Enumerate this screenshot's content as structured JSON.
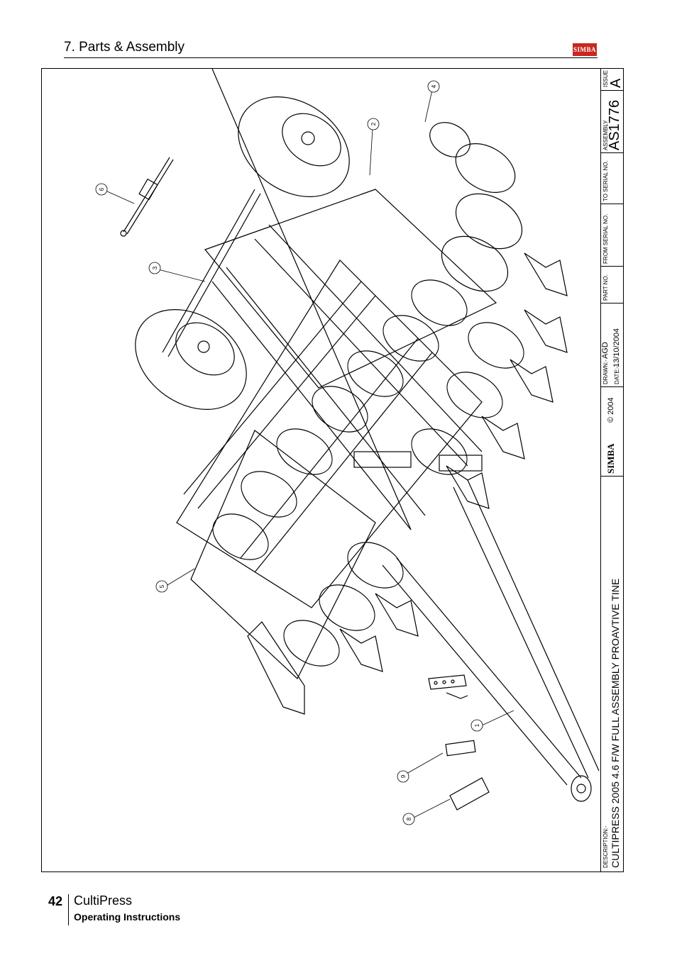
{
  "header": {
    "section_title": "7. Parts & Assembly",
    "logo_text": "SIMBA"
  },
  "title_block": {
    "issue_label": "ISSUE",
    "issue_value": "A",
    "assembly_label": "ASSEMBLY",
    "assembly_value": "AS1776",
    "to_serial_label": "TO SERIAL NO.",
    "from_serial_label": "FROM SERIAL NO.",
    "part_no_label": "PART NO.",
    "drawn_label": "DRAWN:-",
    "drawn_value": "AGD",
    "date_label": "DATE:-",
    "date_value": "13/10/2004",
    "copyright": "© 2004",
    "brand": "SIMBA",
    "description_label": "DESCRIPTION:-",
    "description_value": "CULTIPRESS 2005 4.6 F/W FULL ASSEMBLY PROAVTIVE TINE"
  },
  "callouts": [
    "4",
    "2",
    "6",
    "3",
    "5",
    "1",
    "9",
    "8"
  ],
  "footer": {
    "page_number": "42",
    "product": "CultiPress",
    "subtitle": "Operating Instructions"
  },
  "colors": {
    "logo_red": "#c8281e"
  }
}
